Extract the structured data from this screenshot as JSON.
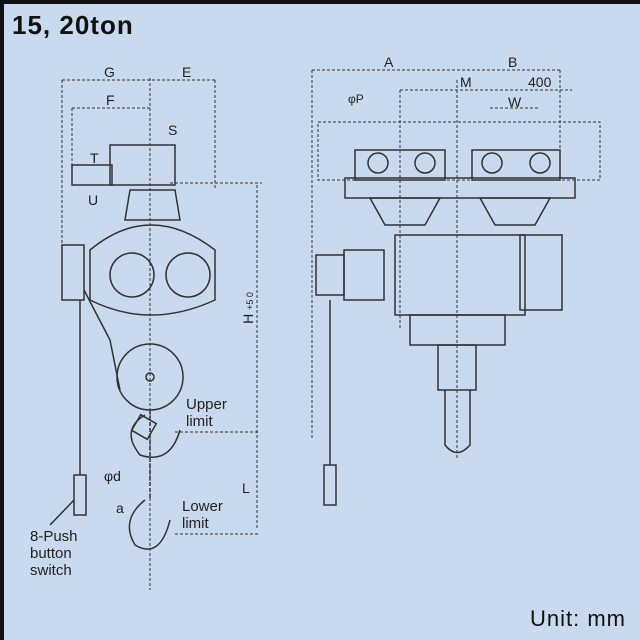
{
  "title": "15, 20ton",
  "unit": "Unit: mm",
  "side_view": {
    "dims": {
      "G": "G",
      "E": "E",
      "F": "F",
      "S": "S",
      "T": "T",
      "U": "U",
      "H": "H",
      "H_tol": "+5 0",
      "d": "φd",
      "a": "a",
      "L": "L"
    },
    "upper_limit": [
      "Upper",
      "limit"
    ],
    "lower_limit": [
      "Lower",
      "limit"
    ],
    "pendant": [
      "8-Push",
      "button",
      "switch"
    ]
  },
  "front_view": {
    "dims": {
      "A": "A",
      "B": "B",
      "M": "M",
      "400": "400",
      "W": "W",
      "P": "φP"
    }
  },
  "colors": {
    "background": "#c9d9ee",
    "line": "#333333"
  }
}
